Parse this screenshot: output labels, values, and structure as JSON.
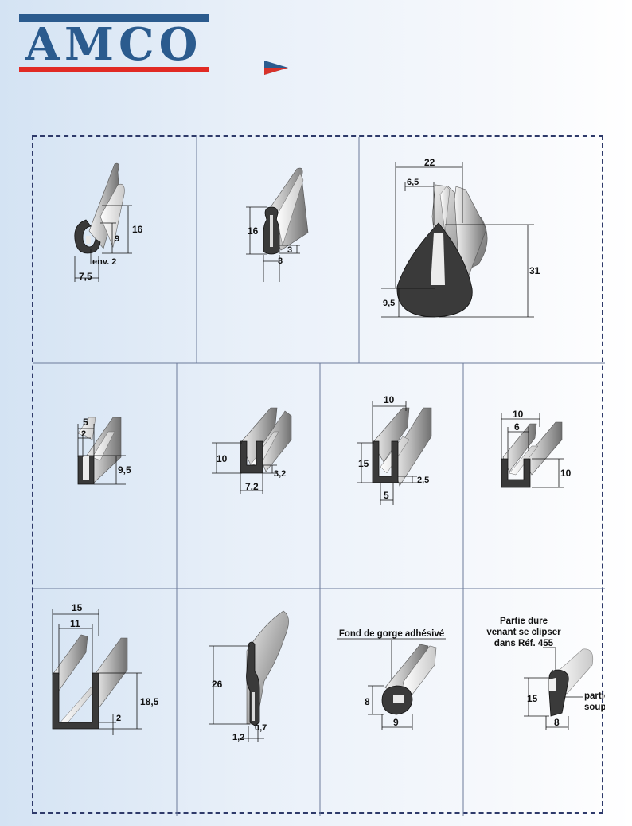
{
  "brand": {
    "logo_text": "AMCO",
    "colors": {
      "blue": "#2b5b8e",
      "red": "#e12a24"
    }
  },
  "header": {
    "arrow_icon": "play-arrow-icon"
  },
  "profiles": [
    {
      "id": "p1",
      "dims": [
        "16",
        "9",
        "env. 2",
        "7,5"
      ]
    },
    {
      "id": "p2",
      "dims": [
        "16",
        "3",
        "3"
      ]
    },
    {
      "id": "p3",
      "dims": [
        "22",
        "6,5",
        "31",
        "9,5"
      ]
    },
    {
      "id": "p4",
      "dims": [
        "5",
        "2",
        "9,5"
      ]
    },
    {
      "id": "p5",
      "dims": [
        "10",
        "3,2",
        "7,2"
      ]
    },
    {
      "id": "p6",
      "dims": [
        "10",
        "15",
        "2,5",
        "5"
      ]
    },
    {
      "id": "p7",
      "dims": [
        "10",
        "6",
        "10"
      ]
    },
    {
      "id": "p8",
      "dims": [
        "15",
        "11",
        "18,5",
        "2"
      ]
    },
    {
      "id": "p9",
      "dims": [
        "26",
        "0,7",
        "1,2"
      ]
    },
    {
      "id": "p10",
      "dims": [
        "8",
        "9"
      ],
      "label": "Fond de gorge adhésivé"
    },
    {
      "id": "p11",
      "dims": [
        "15",
        "8"
      ],
      "label_lines": [
        "Partie dure",
        "venant se clipser",
        "dans Réf. 455"
      ],
      "side_label_lines": [
        "partie",
        "souple"
      ]
    }
  ]
}
